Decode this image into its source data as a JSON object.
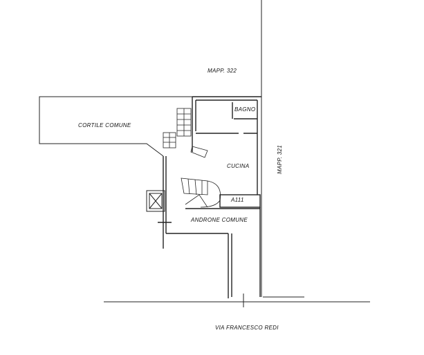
{
  "labels": {
    "mapp_north": "MAPP. 322",
    "mapp_east": "MAPP. 321",
    "cortile": "CORTILE COMUNE",
    "bagno": "BAGNO",
    "cucina": "CUCINA",
    "a111": "A111",
    "androne": "ANDRONE COMUNE",
    "street": "VIA FRANCESCO REDI"
  }
}
